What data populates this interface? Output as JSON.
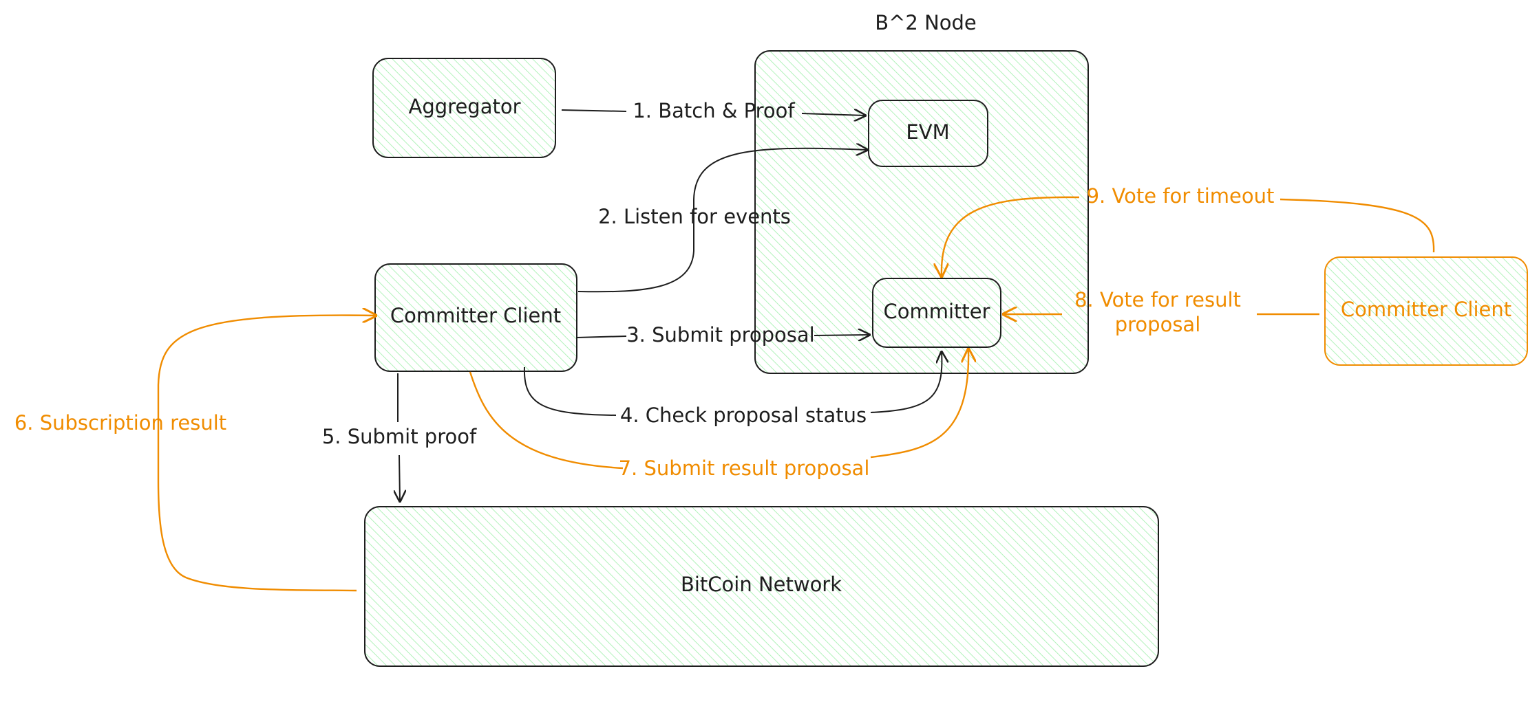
{
  "diagram": {
    "title": "B^2 Node",
    "nodes": {
      "aggregator": "Aggregator",
      "evm": "EVM",
      "committer": "Committer",
      "committer_client": "Committer Client",
      "committer_client_remote": "Committer Client",
      "bitcoin_network": "BitCoin Network"
    },
    "edges": {
      "batch_proof": "1. Batch & Proof",
      "listen_events": "2. Listen for events",
      "submit_proposal": "3. Submit proposal",
      "check_status": "4. Check proposal status",
      "submit_proof": "5. Submit proof",
      "subscription_result": "6. Subscription result",
      "submit_result_proposal": "7. Submit result proposal",
      "vote_result_line1": "8. Vote for result",
      "vote_result_line2": "proposal",
      "vote_timeout": "9. Vote for timeout"
    },
    "colors": {
      "stroke_dark": "#1e1e1e",
      "accent_orange": "#f08c00",
      "fill_green": "#b2f2bb"
    }
  }
}
